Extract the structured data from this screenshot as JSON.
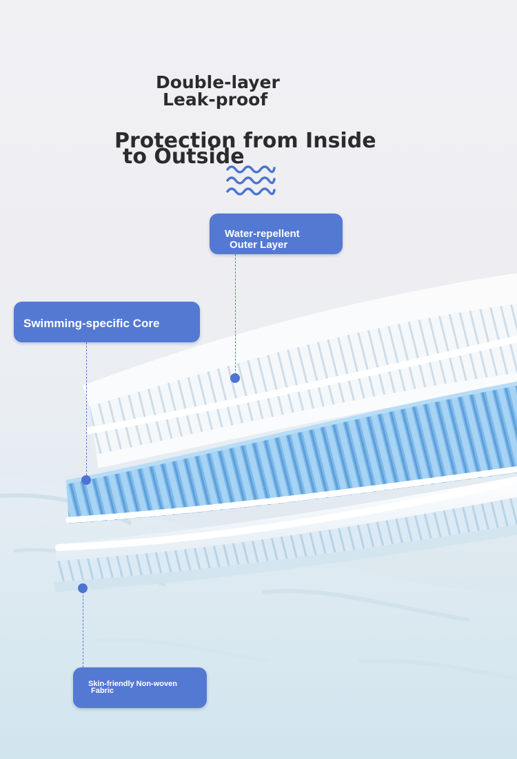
{
  "headline": {
    "line1": "Double-layer",
    "line2": "Leak-proof",
    "line3": "Protection from Inside",
    "line4": "to Outside"
  },
  "icons": {
    "waves": "waves-icon"
  },
  "colors": {
    "label_fill": "#5479d3",
    "label_text": "#ffffff",
    "headline_text": "#2b2b2b",
    "layer_blue": "#78b6e8",
    "layer_white": "#f8fbfd"
  },
  "labels": {
    "outer": {
      "line1": "Water-repellent",
      "line2": "Outer Layer"
    },
    "core": {
      "line1": "Swimming-specific Core"
    },
    "fabric": {
      "line1": "Skin-friendly Non-woven",
      "line2": "Fabric"
    }
  }
}
